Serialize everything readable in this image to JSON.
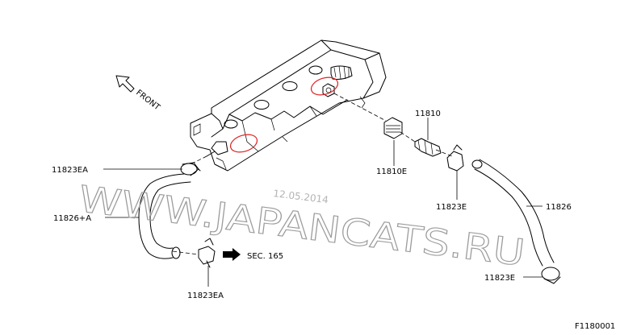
{
  "watermark": {
    "text": "WWW.JAPANCATS.RU",
    "date": "12.05.2014"
  },
  "direction": {
    "label": "FRONT"
  },
  "section_ref": {
    "label": "SEC. 165"
  },
  "footer": {
    "code": "F1180001"
  },
  "callouts": {
    "clamp_upper_left": "11823EA",
    "hose_left": "11826+A",
    "clamp_lower_left": "11823EA",
    "valve": "11810",
    "grommet": "11810E",
    "clamp_right_upper": "11823E",
    "hose_right": "11826",
    "clamp_right_lower": "11823E"
  },
  "highlight_color": "#e02020",
  "watermark_color": "#9c9c9c"
}
